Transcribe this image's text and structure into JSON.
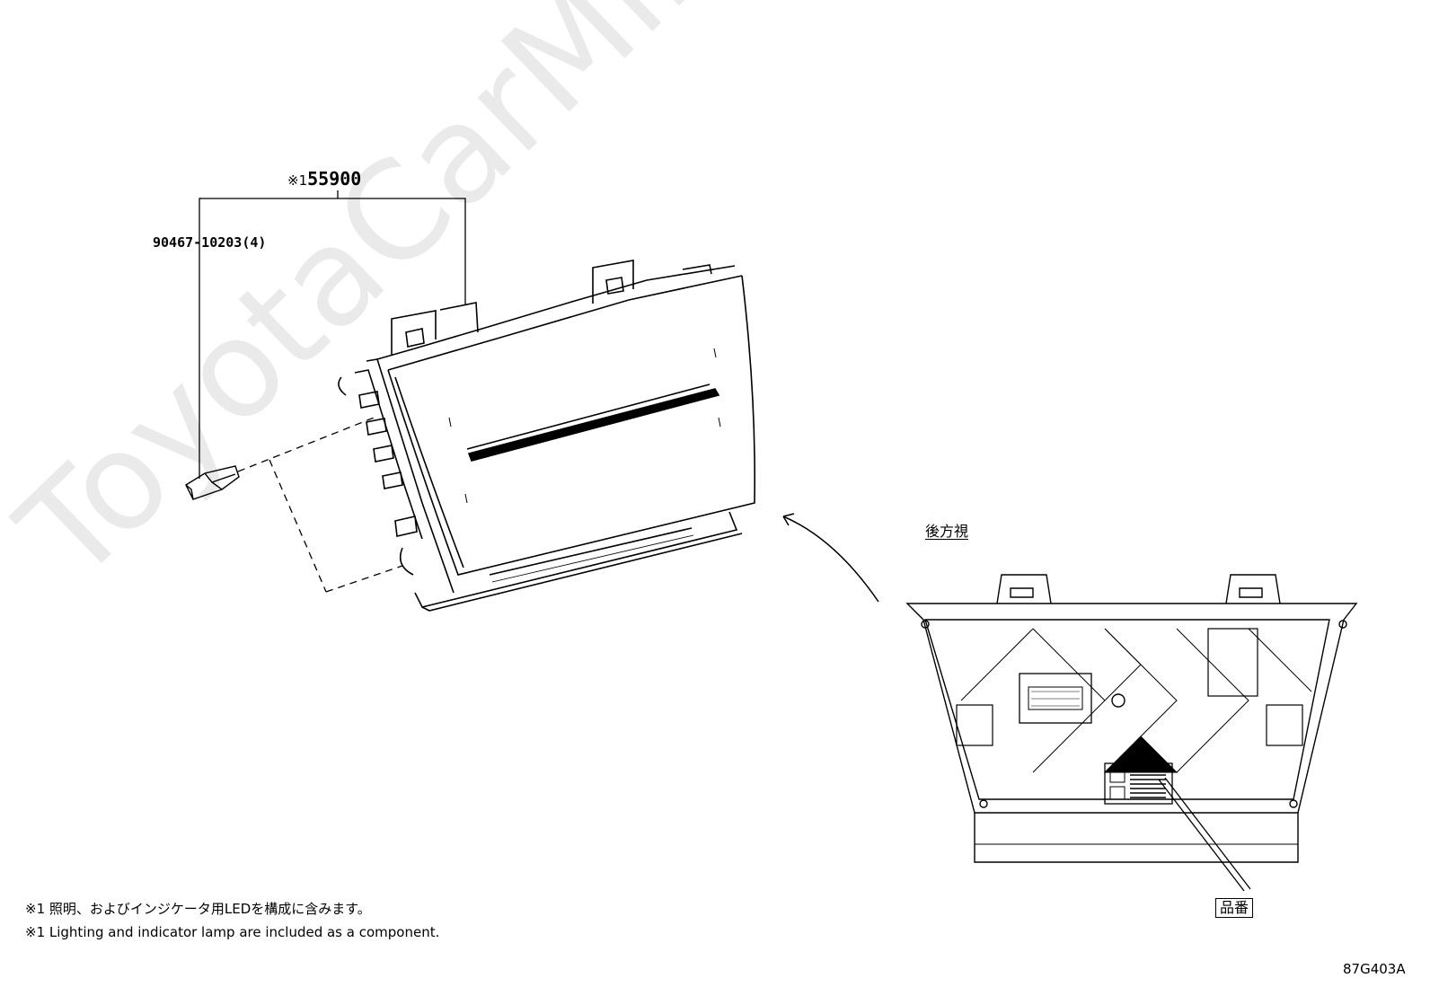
{
  "watermark": "ToyotaCarMine.ru",
  "assembly": {
    "ref_mark": "※1",
    "part_number": "55900"
  },
  "bulb_part": "90467-10203(4)",
  "rear_view_label": "後方視",
  "part_no_label": "品番",
  "notes": [
    "※1 照明、およびインジケータ用LEDを構成に含みます。",
    "※1 Lighting and indicator lamp are included as a component."
  ],
  "figure_id": "87G403A"
}
